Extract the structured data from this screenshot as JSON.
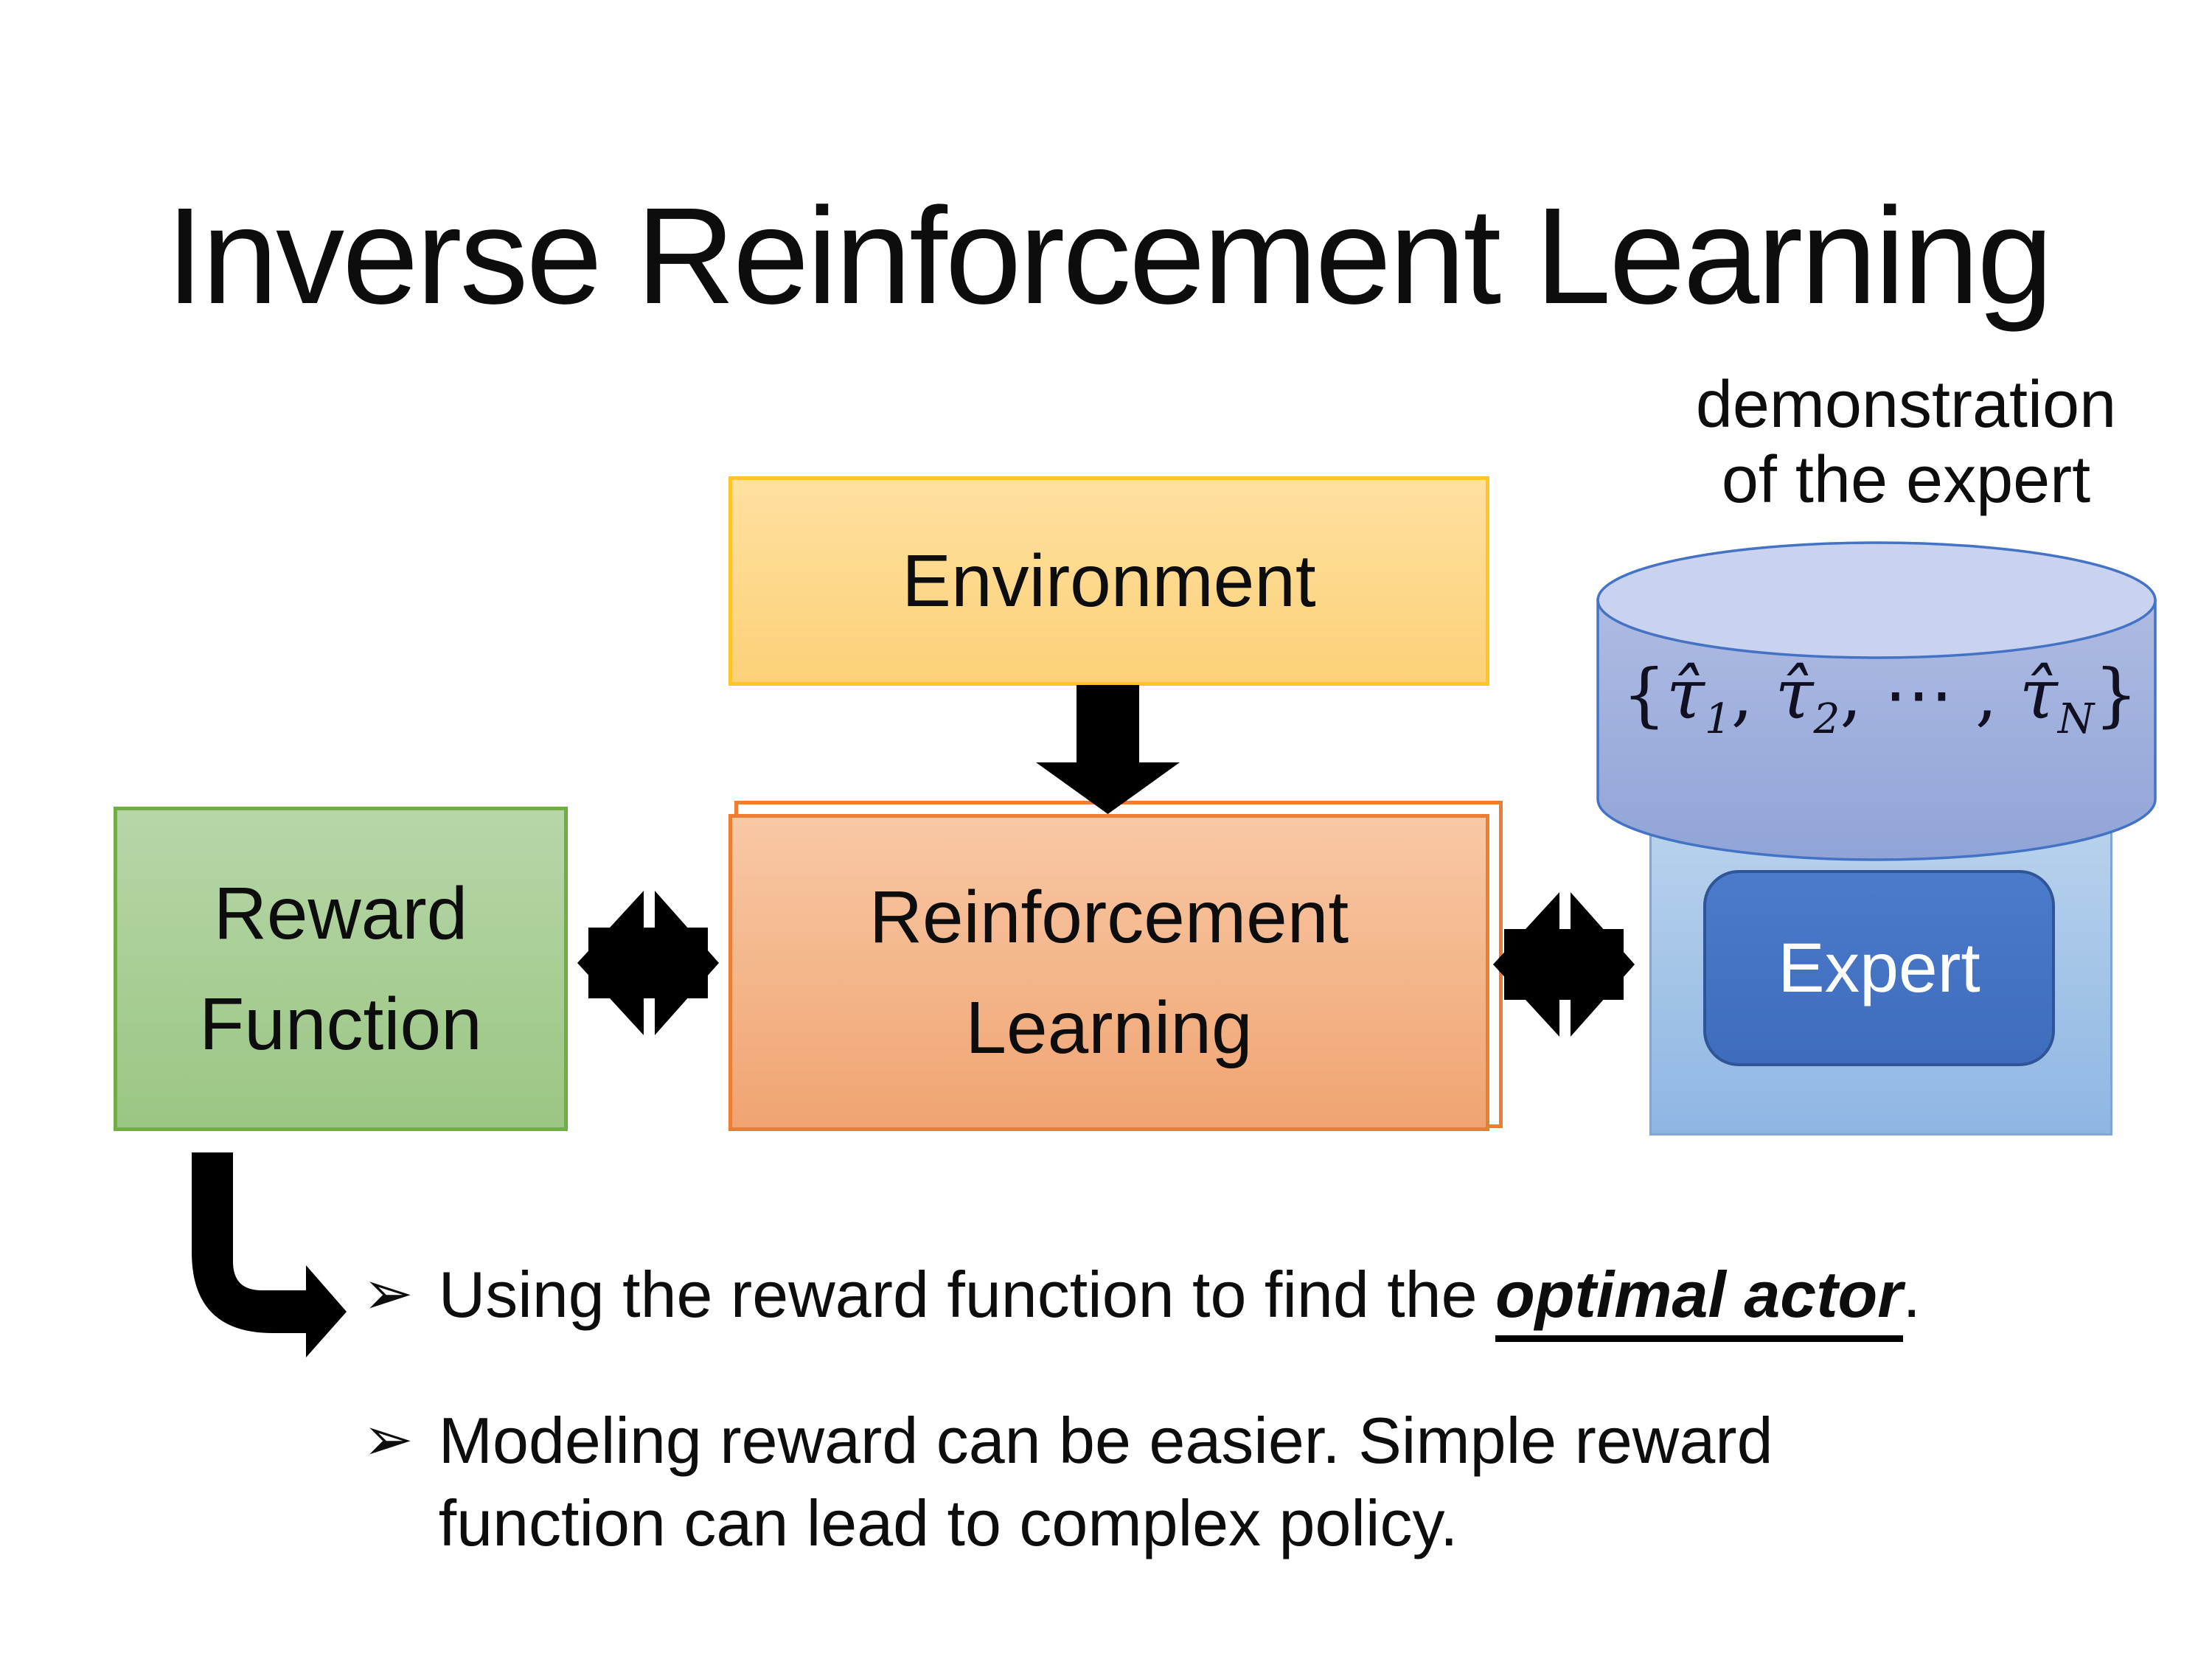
{
  "slide": {
    "title": "Inverse Reinforcement Learning",
    "annotation": {
      "line1": "demonstration",
      "line2": "of the expert"
    },
    "environment": {
      "label": "Environment"
    },
    "reward_function": {
      "line1": "Reward",
      "line2": "Function"
    },
    "reinforcement_learning": {
      "line1": "Reinforcement",
      "line2": "Learning"
    },
    "expert": {
      "label": "Expert"
    },
    "formula": {
      "open": "{",
      "tau1": "τ̂",
      "sub1": "1",
      "comma1": ", ",
      "tau2": "τ̂",
      "sub2": "2",
      "comma2": ", ",
      "dots": "⋯",
      "comma3": " , ",
      "tau3": "τ̂",
      "subN": "N",
      "close": "}"
    },
    "bullets": {
      "b1": {
        "marker": "➢",
        "before": "Using the reward function to find the ",
        "emphasis": "optimal actor",
        "after": "."
      },
      "b2": {
        "marker": "➢",
        "line1": "Modeling reward can be easier. Simple reward",
        "line2": "function can lead to complex policy."
      }
    },
    "colors": {
      "environment_fill_top": "#FFE0A0",
      "environment_fill_bottom": "#FCD178",
      "environment_border": "#FFC32B",
      "reward_fill_top": "#B7D6A9",
      "reward_fill_bottom": "#9BC683",
      "reward_border": "#70AD47",
      "rl_fill_top": "#F8C8A4",
      "rl_fill_bottom": "#F0A472",
      "rl_border": "#ED7D31",
      "demo_panel_fill_top": "#B9D3ED",
      "demo_panel_fill_bottom": "#8FB6E3",
      "demo_panel_border": "#7EA6D8",
      "expert_fill": "#4472C4",
      "expert_border": "#2F5597",
      "expert_text": "#FFFFFF",
      "cylinder_top_fill": "#C9D2EE",
      "cylinder_body_top": "#AEBBE3",
      "cylinder_body_bottom": "#91A4D7",
      "cylinder_border": "#4472C4",
      "arrow_color": "#000000"
    }
  }
}
